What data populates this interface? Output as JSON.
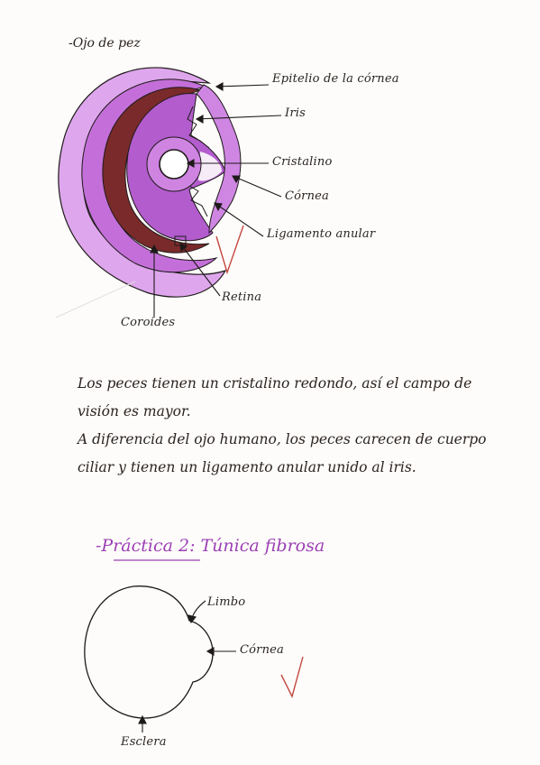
{
  "fish_eye": {
    "title": "-Ojo de pez",
    "labels": {
      "epitelio": "Epitelio de la córnea",
      "iris": "Iris",
      "cristalino": "Cristalino",
      "cornea": "Córnea",
      "ligamento": "Ligamento anular",
      "retina": "Retina",
      "coroides": "Coroides"
    }
  },
  "notes": {
    "line1": "Los peces tienen un cristalino redondo, así el campo de",
    "line2": "visión es mayor.",
    "line3": "A diferencia del ojo humano, los peces carecen de cuerpo",
    "line4": "ciliar y tienen un ligamento anular unido al iris."
  },
  "practice": {
    "title": "-Práctica 2: Túnica fibrosa",
    "labels": {
      "limbo": "Limbo",
      "cornea": "Córnea",
      "esclera": "Esclera"
    }
  },
  "colors": {
    "purple_light": "#d58be6",
    "purple_mid": "#b359cf",
    "brown": "#7a2a2a",
    "ink": "#2a2422",
    "title_purple": "#9c3fb5",
    "check_red": "#c4473f"
  }
}
